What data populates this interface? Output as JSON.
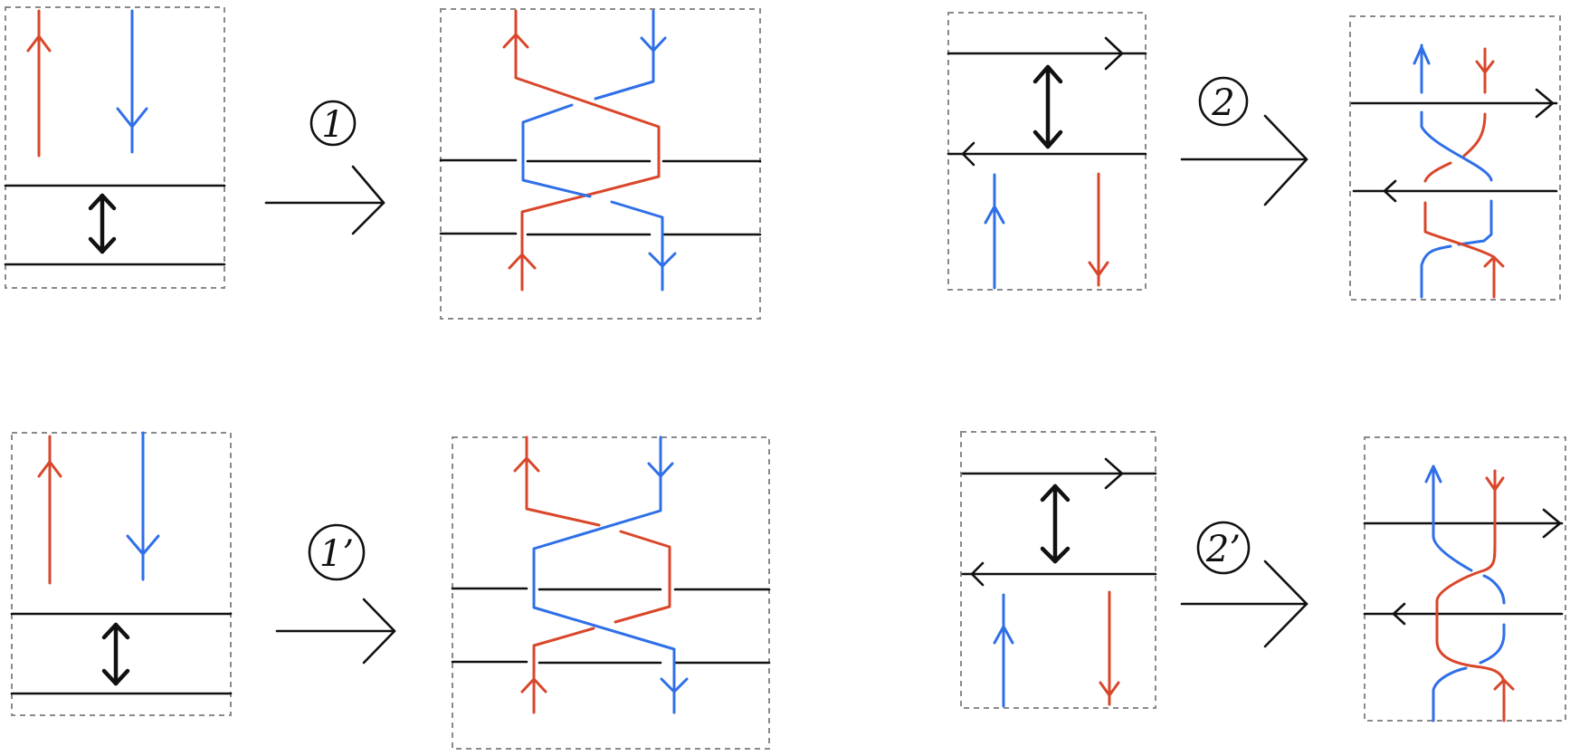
{
  "moves": [
    {
      "id": "move-1",
      "label": "1"
    },
    {
      "id": "move-2",
      "label": "2"
    },
    {
      "id": "move-1p",
      "label": "1’"
    },
    {
      "id": "move-2p",
      "label": "2’"
    }
  ],
  "colors": {
    "red_strand": "#d9472b",
    "blue_strand": "#2f6fe8",
    "black_line": "#111111",
    "frame": "#8a8a8a"
  }
}
